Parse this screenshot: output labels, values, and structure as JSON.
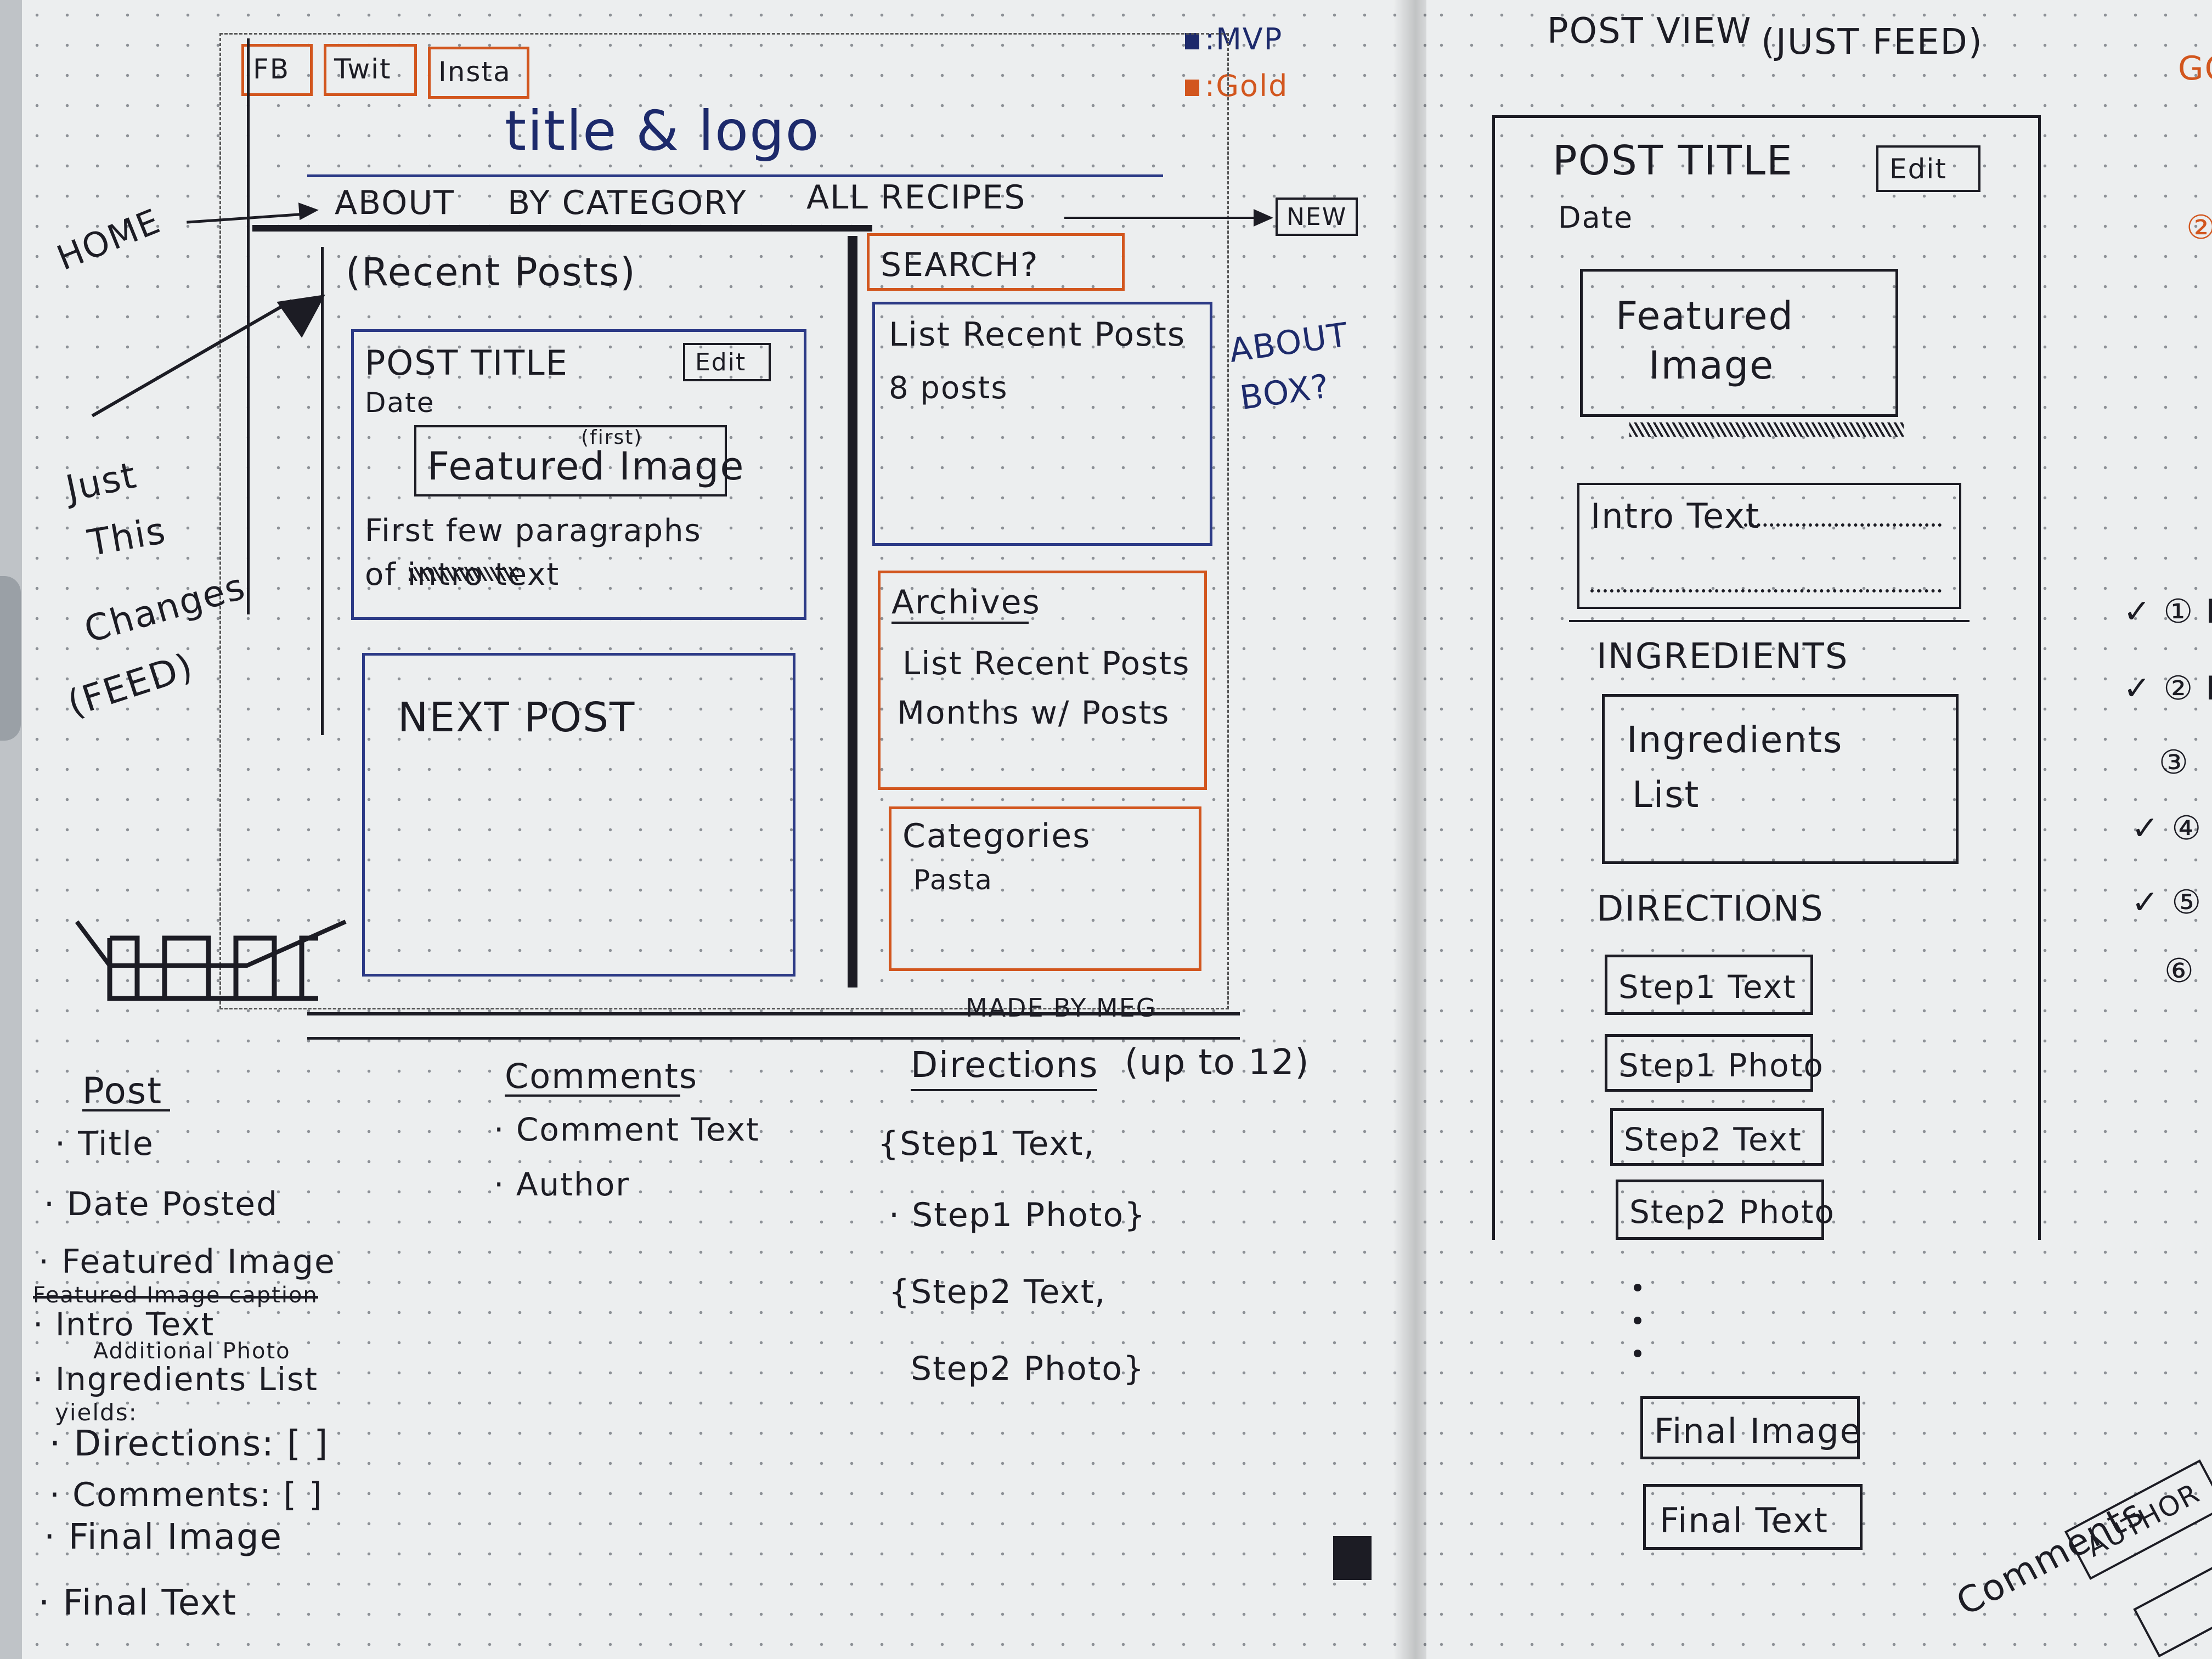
{
  "colors": {
    "navy": "#1d2a6b",
    "orange": "#d2561e",
    "ink": "#1c1c24",
    "paper": "#eceeef"
  },
  "left_page": {
    "legend": {
      "mvp": ":MVP",
      "gold": ":Gold"
    },
    "social_buttons": [
      "FB",
      "Twit",
      "Insta"
    ],
    "title_logo": "title & logo",
    "nav": {
      "about": "ABOUT",
      "by_category": "BY CATEGORY",
      "all_recipes": "ALL RECIPES",
      "new_badge": "NEW"
    },
    "annotations": {
      "home": "HOME",
      "just": "Just",
      "this": "This",
      "changes": "Changes",
      "feed": "(FEED)"
    },
    "recent_posts": "(Recent Posts)",
    "post_card": {
      "title": "POST TITLE",
      "edit": "Edit",
      "date": "Date",
      "featured_small": "(first)",
      "featured": "Featured Image",
      "excerpt_1": "First few paragraphs",
      "excerpt_2": "of intro text"
    },
    "next_post": "NEXT POST",
    "search": "SEARCH?",
    "sidebar_recent": {
      "title": "List Recent Posts",
      "count": "8 posts"
    },
    "about_box": [
      "ABOUT",
      "BOX?"
    ],
    "archives": {
      "title": "Archives",
      "line1": "List Recent Posts",
      "line2": "Months w/ Posts"
    },
    "categories": {
      "title": "Categories",
      "item": "Pasta"
    },
    "footer": "MADE BY MEG",
    "post_fields": {
      "heading": "Post",
      "items": [
        "Title",
        "Date Posted",
        "Featured Image",
        "Featured Image caption",
        "Intro Text",
        "Additional Photo",
        "Ingredients List",
        "yields:",
        "Directions: [ ]",
        "Comments: [ ]",
        "Final Image",
        "Final Text"
      ]
    },
    "comment_fields": {
      "heading": "Comments",
      "items": [
        "Comment Text",
        "Author"
      ]
    },
    "direction_fields": {
      "heading": "Directions",
      "note": "(up to 12)",
      "items": [
        "{Step1 Text,",
        "Step1 Photo}",
        "{Step2 Text,",
        "Step2 Photo}"
      ]
    }
  },
  "right_page": {
    "heading": "POST VIEW",
    "note": "(JUST FEED)",
    "post_title": "POST TITLE",
    "edit": "Edit",
    "date": "Date",
    "featured": [
      "Featured",
      "Image"
    ],
    "intro": "Intro Text",
    "ingredients_label": "INGREDIENTS",
    "ingredients_box": [
      "Ingredients",
      "List"
    ],
    "directions_label": "DIRECTIONS",
    "steps": [
      "Step1 Text",
      "Step1 Photo",
      "Step2 Text",
      "Step2 Photo"
    ],
    "final_image": "Final Image",
    "final_text": "Final Text",
    "comments": "Comments",
    "author": "AUTHOR",
    "edge_text": [
      "GO"
    ],
    "checklist_numbers": [
      "1",
      "2",
      "3",
      "4",
      "5",
      "6"
    ],
    "checklist_letters": [
      "H",
      "P"
    ]
  }
}
